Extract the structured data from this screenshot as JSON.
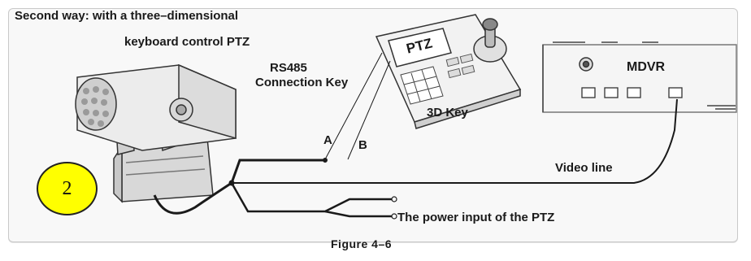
{
  "heading_line1": "Second way: with a three–dimensional",
  "heading_line2": "keyboard control PTZ",
  "rs485_line1": "RS485",
  "rs485_line2": "Connection Key",
  "wire_a": "A",
  "wire_b": "B",
  "keyboard_label": "3D Key",
  "keyboard_screen_text": "PTZ",
  "recorder_label": "MDVR",
  "video_line_label": "Video line",
  "power_label": "The power input of the PTZ",
  "figure_caption": "Figure 4–6",
  "badge_number": "2",
  "colors": {
    "badge_fill": "#ffff00",
    "line": "#1a1a1a"
  }
}
